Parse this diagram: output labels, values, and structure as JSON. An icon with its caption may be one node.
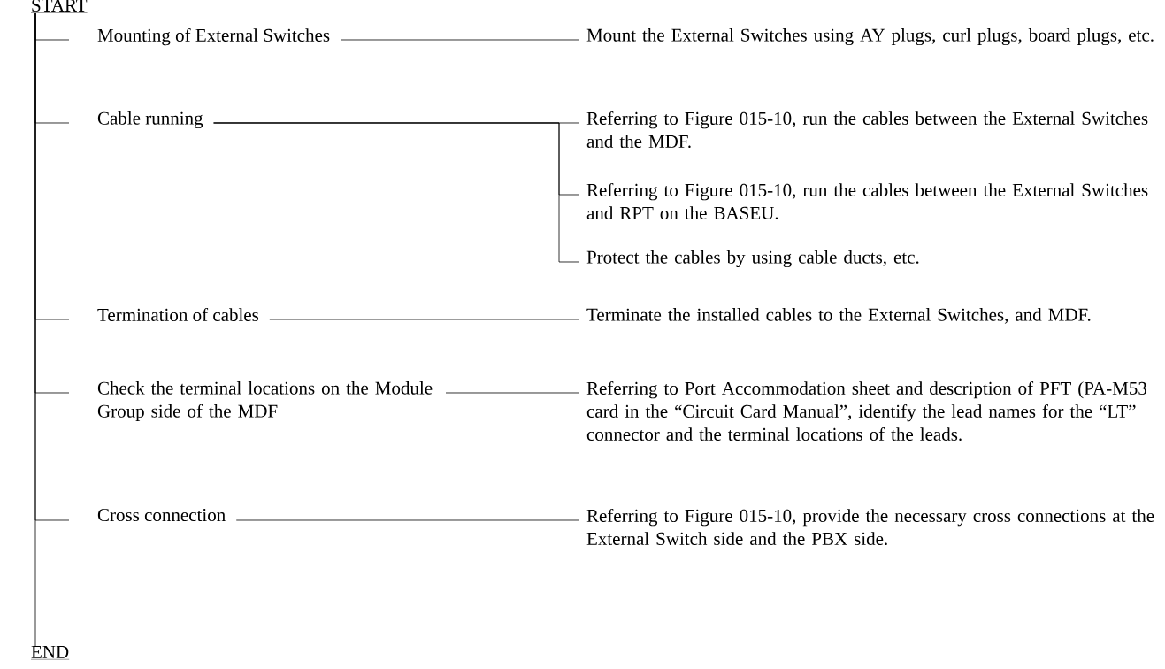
{
  "diagram": {
    "nodes": [
      {
        "text": [
          "START"
        ]
      },
      {
        "text": [
          "Mounting of External Switches"
        ]
      },
      {
        "text": [
          "Mount the External Switches using AY plugs, curl plugs, board plugs, etc."
        ]
      },
      {
        "text": [
          "Cable running"
        ]
      },
      {
        "text": [
          "Referring to Figure 015-10, run the cables between the External Switches and the MDF."
        ]
      },
      {
        "text": [
          "Referring to Figure 015-10, run the cables between the External Switches and RPT on the BASEU."
        ]
      },
      {
        "text": [
          "Protect the cables by using cable ducts, etc."
        ]
      },
      {
        "text": [
          "Termination of cables"
        ]
      },
      {
        "text": [
          "Terminate the installed cables to the External Switches, and MDF."
        ]
      },
      {
        "text": [
          "Check the terminal locations on the Module Group side of the MDF"
        ]
      },
      {
        "text": [
          "Referring to Port Accommodation sheet and description of PFT (PA-M53 card in the “Circuit Card Manual”, identify the lead names for the “LT” connector and the terminal locations of the leads."
        ]
      },
      {
        "text": [
          "Cross connection"
        ]
      },
      {
        "text": [
          "Referring to Figure 015-10, provide the necessary cross connections at the External Switch side and the PBX side."
        ]
      },
      {
        "text": [
          "END"
        ]
      }
    ],
    "edges": [
      {
        "from": 0,
        "to": 13,
        "arrow": "none"
      },
      {
        "from": 0,
        "to": 1,
        "arrow": "none"
      },
      {
        "from": 0,
        "to": 3,
        "arrow": "none"
      },
      {
        "from": 0,
        "to": 7,
        "arrow": "none"
      },
      {
        "from": 0,
        "to": 9,
        "arrow": "none"
      },
      {
        "from": 0,
        "to": 11,
        "arrow": "none"
      },
      {
        "from": 1,
        "to": 2,
        "arrow": "none"
      },
      {
        "from": 3,
        "to": 4,
        "arrow": "none"
      },
      {
        "from": 3,
        "to": 5,
        "arrow": "none"
      },
      {
        "from": 3,
        "to": 6,
        "arrow": "none"
      },
      {
        "from": 7,
        "to": 8,
        "arrow": "none"
      },
      {
        "from": 9,
        "to": 10,
        "arrow": "none"
      },
      {
        "from": 11,
        "to": 12,
        "arrow": "none"
      }
    ]
  }
}
